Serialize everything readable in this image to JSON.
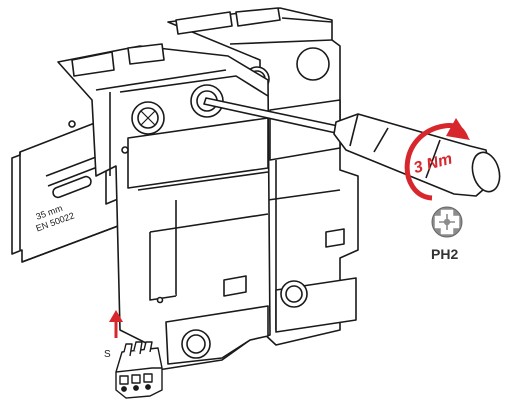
{
  "rail": {
    "line1": "35 mm",
    "line2": "EN 50022"
  },
  "torque": {
    "label": "3 Nm"
  },
  "bit": {
    "label": "PH2"
  },
  "connector": {
    "label": "S"
  },
  "colors": {
    "accent": "#d8262d",
    "line": "#1a1a1a",
    "bit_fill": "#8c8c8c",
    "fill": "#ffffff"
  },
  "icons": {
    "bit": "phillips-bit-icon",
    "arrow": "insert-arrow-icon",
    "rotate": "rotate-arrow-icon"
  }
}
